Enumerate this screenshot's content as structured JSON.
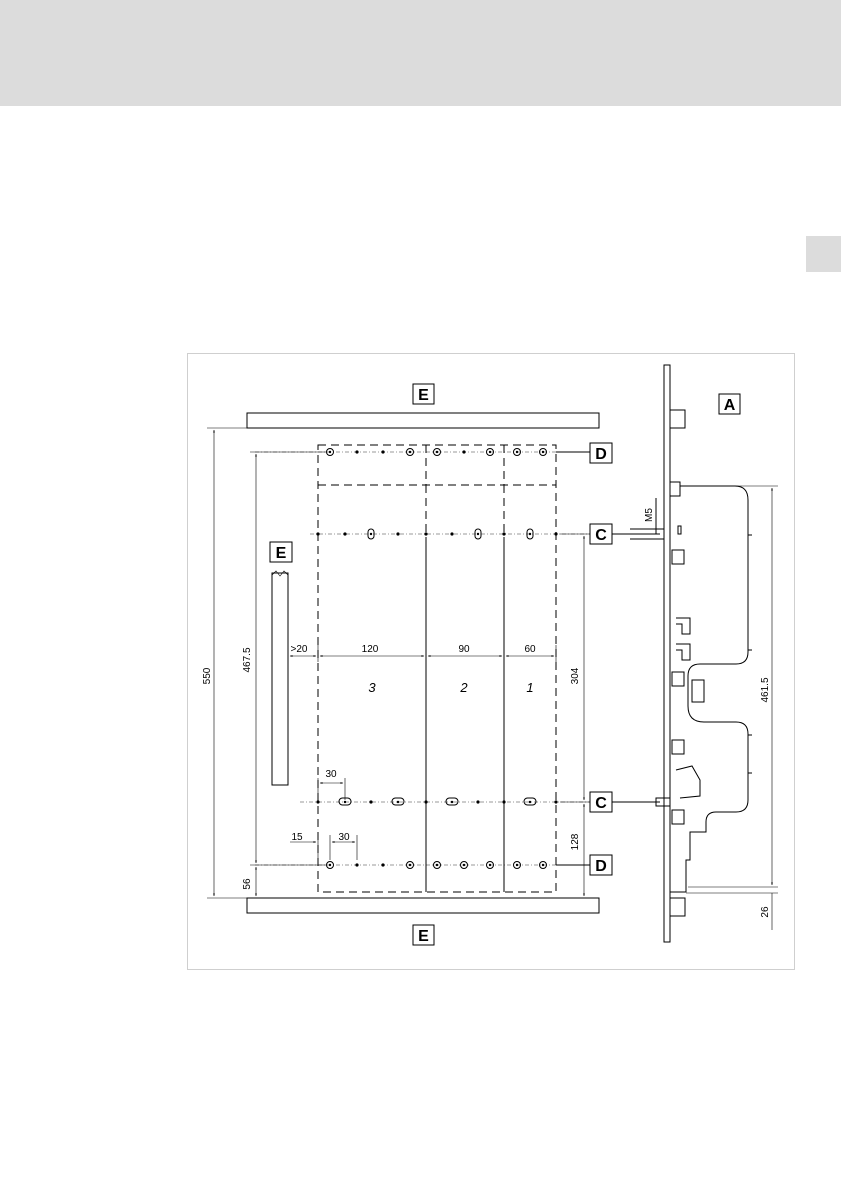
{
  "labels": {
    "plate_a": "A",
    "cable_duct_e": "E",
    "rail_c": "C",
    "rail_d": "D",
    "thread": "M5"
  },
  "dimensions": {
    "total_height": "550",
    "inner_height": "467.5",
    "bottom_offset": "56",
    "clearance": ">20",
    "width_bay3": "120",
    "width_bay2": "90",
    "width_bay1": "60",
    "rail_spacing": "304",
    "lower_rail_offset": "128",
    "hole_offset_1": "30",
    "hole_offset_2": "30",
    "edge_offset": "15",
    "device_height": "461.5",
    "device_bottom": "26"
  },
  "bays": [
    "3",
    "2",
    "1"
  ]
}
